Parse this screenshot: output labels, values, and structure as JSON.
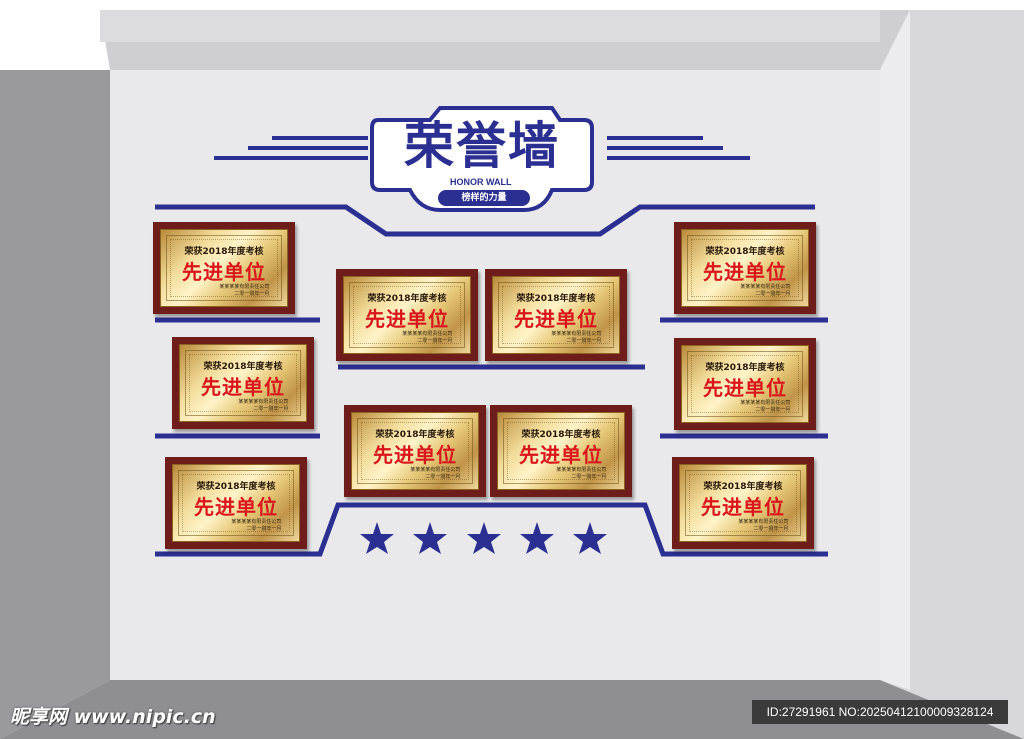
{
  "colors": {
    "wall": "#e9e9eb",
    "frame": "#c9c9cb",
    "floor": "#8f8f91",
    "accent_blue": "#2b2f91",
    "plaque_border": "#6e1d1a",
    "award_red": "#d8161b"
  },
  "header": {
    "title": "荣誉墙",
    "subtitle": "HONOR WALL",
    "tagline": "榜样的力量"
  },
  "plaques": [
    {
      "line1": "荣获2018年度考核",
      "line2": "先进单位",
      "line3": "某某某某有限责任公司",
      "line4": "二零一捌年一月"
    },
    {
      "line1": "荣获2018年度考核",
      "line2": "先进单位",
      "line3": "某某某某有限责任公司",
      "line4": "二零一捌年一月"
    },
    {
      "line1": "荣获2018年度考核",
      "line2": "先进单位",
      "line3": "某某某某有限责任公司",
      "line4": "二零一捌年一月"
    },
    {
      "line1": "荣获2018年度考核",
      "line2": "先进单位",
      "line3": "某某某某有限责任公司",
      "line4": "二零一捌年一月"
    },
    {
      "line1": "荣获2018年度考核",
      "line2": "先进单位",
      "line3": "某某某某有限责任公司",
      "line4": "二零一捌年一月"
    },
    {
      "line1": "荣获2018年度考核",
      "line2": "先进单位",
      "line3": "某某某某有限责任公司",
      "line4": "二零一捌年一月"
    },
    {
      "line1": "荣获2018年度考核",
      "line2": "先进单位",
      "line3": "某某某某有限责任公司",
      "line4": "二零一捌年一月"
    },
    {
      "line1": "荣获2018年度考核",
      "line2": "先进单位",
      "line3": "某某某某有限责任公司",
      "line4": "二零一捌年一月"
    },
    {
      "line1": "荣获2018年度考核",
      "line2": "先进单位",
      "line3": "某某某某有限责任公司",
      "line4": "二零一捌年一月"
    },
    {
      "line1": "荣获2018年度考核",
      "line2": "先进单位",
      "line3": "某某某某有限责任公司",
      "line4": "二零一捌年一月"
    }
  ],
  "stars": {
    "count": 5,
    "icon": "star-icon"
  },
  "watermark": {
    "text": "昵享网 www.nipic.cn"
  },
  "image_id": {
    "text": "ID:27291961 NO:20250412100009328124"
  }
}
